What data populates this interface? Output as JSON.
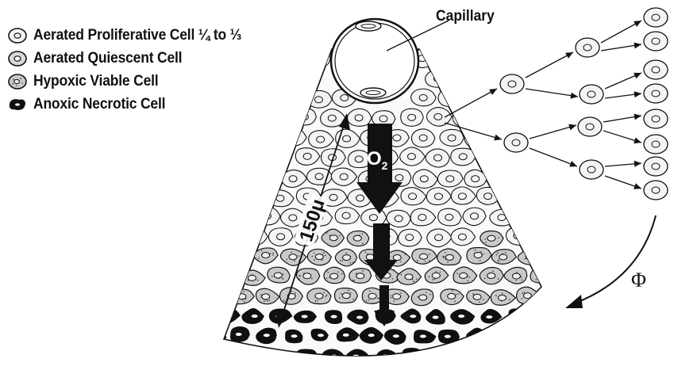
{
  "legend": [
    {
      "label": "Aerated Proliferative Cell ¼ to ⅓",
      "icon": "aerated-proliferative-cell-icon"
    },
    {
      "label": "Aerated Quiescent Cell",
      "icon": "aerated-quiescent-cell-icon"
    },
    {
      "label": "Hypoxic Viable Cell",
      "icon": "hypoxic-viable-cell-icon"
    },
    {
      "label": "Anoxic Necrotic Cell",
      "icon": "anoxic-necrotic-cell-icon"
    }
  ],
  "labels": {
    "capillary": "Capillary",
    "oxygen_base": "O",
    "oxygen_sub": "2",
    "distance": "150μ",
    "phi": "Φ"
  },
  "colors": {
    "ink": "#111111",
    "cell_fill": "#f4f4f4",
    "hypoxic_fill": "#c9c9c9",
    "necrotic_fill": "#101010",
    "background": "#ffffff"
  }
}
